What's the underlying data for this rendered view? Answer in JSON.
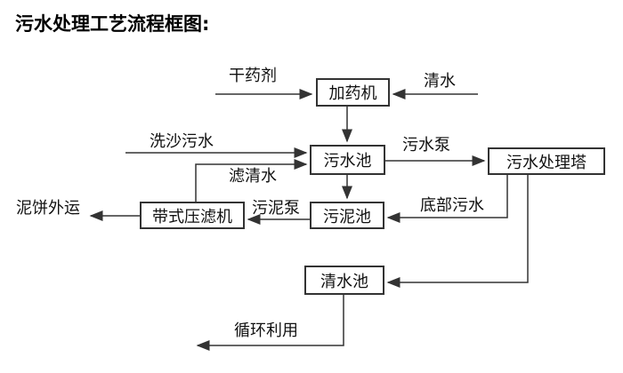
{
  "title": "污水处理工艺流程框图:",
  "diagram": {
    "boxes": {
      "dosing_machine": "加药机",
      "sewage_pool": "污水池",
      "treatment_tower": "污水处理塔",
      "belt_filter_press": "带式压滤机",
      "sludge_pool": "污泥池",
      "clean_water_pool": "清水池"
    },
    "flow_labels": {
      "dry_chemical": "干药剂",
      "clean_water": "清水",
      "sand_washing_sewage": "洗沙污水",
      "sewage_pump": "污水泵",
      "filtered_water": "滤清水",
      "mud_cake_out": "泥饼外运",
      "sludge_pump": "污泥泵",
      "bottom_sewage": "底部污水",
      "recycling": "循环利用"
    },
    "colors": {
      "line": "#333333",
      "text": "#111111",
      "background": "#ffffff"
    }
  }
}
